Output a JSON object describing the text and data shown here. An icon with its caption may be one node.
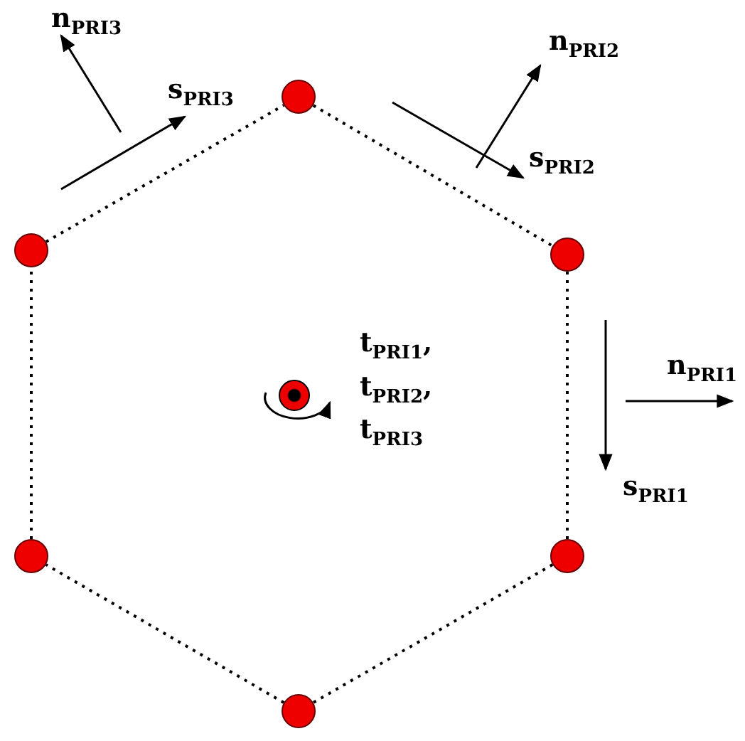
{
  "diagram": {
    "nodes": [
      {
        "text": [],
        "shape": "circle"
      },
      {
        "text": [],
        "shape": "circle"
      },
      {
        "text": [],
        "shape": "circle"
      },
      {
        "text": [],
        "shape": "circle"
      },
      {
        "text": [],
        "shape": "circle"
      },
      {
        "text": [],
        "shape": "circle"
      },
      {
        "text": [],
        "shape": "circle"
      }
    ],
    "edges": [
      {
        "from": 0,
        "to": 2,
        "arrow": "none"
      },
      {
        "from": 2,
        "to": 4,
        "arrow": "none"
      },
      {
        "from": 4,
        "to": 5,
        "arrow": "none"
      },
      {
        "from": 5,
        "to": 3,
        "arrow": "none"
      },
      {
        "from": 3,
        "to": 1,
        "arrow": "none"
      },
      {
        "from": 1,
        "to": 0,
        "arrow": "none"
      }
    ],
    "labels": [
      "n$_{PRI3}$",
      "n$_{PRI2}$",
      "s$_{PRI3}$",
      "s$_{PRI2}$",
      "t$_{PRI1}$,",
      "n$_{PRI1}$",
      "t$_{PRI2}$,",
      "t$_{PRI3}$",
      "s$_{PRI1}$"
    ]
  }
}
